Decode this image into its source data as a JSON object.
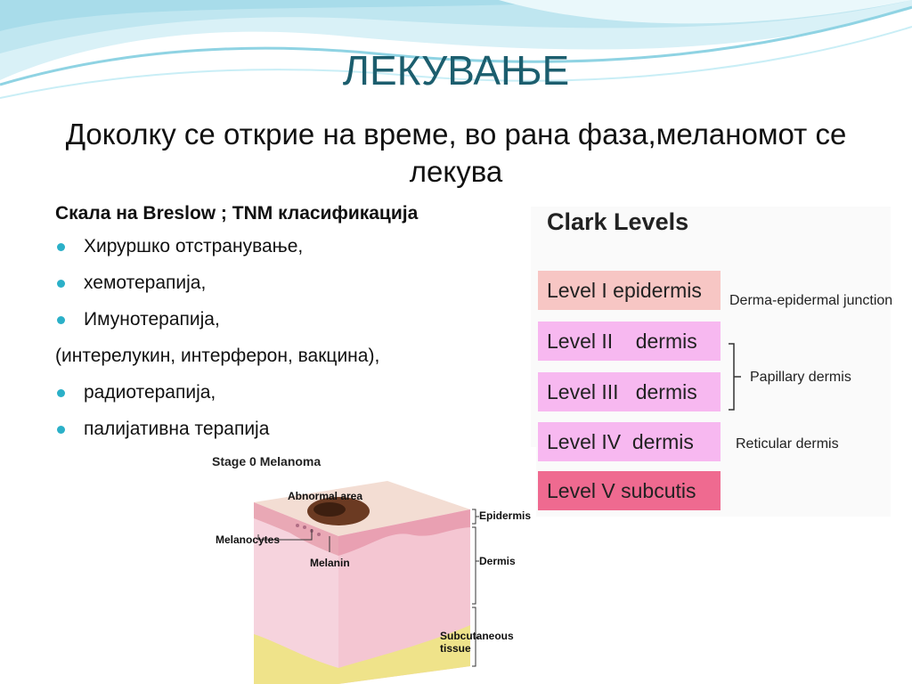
{
  "slide": {
    "title": "ЛЕКУВАЊЕ",
    "subtitle": "Доколку се открие на време, во рана фаза,меланомот се лекува",
    "heading": "Скала на Breslow ; TNM класификација",
    "items": [
      {
        "text": "Хируршко отстранување,",
        "bullet": true
      },
      {
        "text": "хемотерапија,",
        "bullet": true
      },
      {
        "text": "Имунотерапија,",
        "bullet": true
      },
      {
        "text": "(интерелукин, интерферон, вакцина),",
        "bullet": false
      },
      {
        "text": "радиотерапија,",
        "bullet": true
      },
      {
        "text": "палијативна терапија",
        "bullet": true
      }
    ],
    "colors": {
      "title": "#1c5e6e",
      "bullet": "#2bb0c8",
      "wave": "#8fd3e3"
    }
  },
  "clark": {
    "title": "Clark Levels",
    "levels": [
      {
        "label": "Level I epidermis",
        "color": "#f7c6c4"
      },
      {
        "label": "Level II    dermis",
        "color": "#f7b8f0"
      },
      {
        "label": "Level III   dermis",
        "color": "#f7b8f0"
      },
      {
        "label": "Level IV  dermis",
        "color": "#f7b8f0"
      },
      {
        "label": "Level V subcutis",
        "color": "#ef6a90"
      }
    ],
    "annotations": {
      "junction": "Derma-epidermal junction",
      "papillary": "Papillary dermis",
      "reticular": "Reticular dermis"
    }
  },
  "stage": {
    "title": "Stage 0 Melanoma",
    "labels": {
      "abnormal": "Abnormal area",
      "melanocytes": "Melanocytes",
      "melanin": "Melanin",
      "epidermis": "Epidermis",
      "dermis": "Dermis",
      "subcutaneous": "Subcutaneous tissue"
    }
  }
}
